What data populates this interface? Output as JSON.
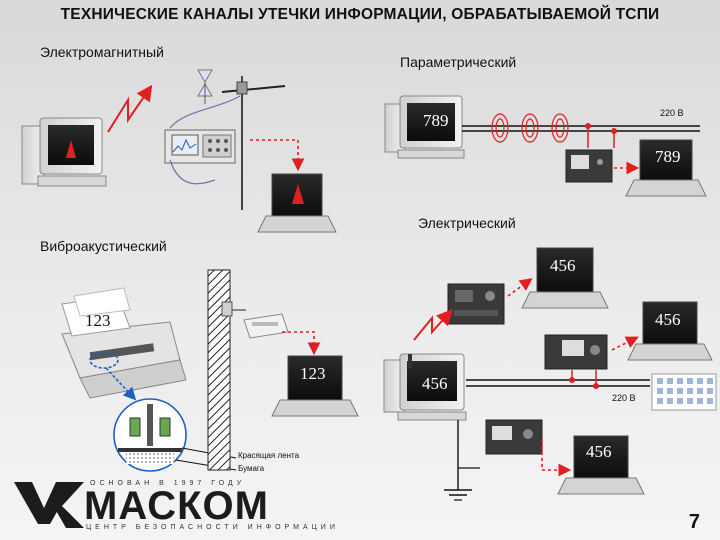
{
  "title": "ТЕХНИЧЕСКИЕ КАНАЛЫ УТЕЧКИ ИНФОРМАЦИИ, ОБРАБАТЫВАЕМОЙ ТСПИ",
  "channels": {
    "electromagnetic": "Электромагнитный",
    "parametric": "Параметрический",
    "electric": "Электрический",
    "vibroacoustic": "Виброакустический"
  },
  "numbers": {
    "param_monitor": "789",
    "param_receiver": "789",
    "electric_top": "456",
    "electric_right": "456",
    "electric_center": "456",
    "electric_bottom": "456",
    "printer_paper": "123",
    "vibro_monitor": "123"
  },
  "voltage": {
    "top": "220 В",
    "bottom": "220 В"
  },
  "printer_parts": {
    "ribbon": "Красящая лента",
    "paper": "Бумага"
  },
  "logo": {
    "name": "МАСКОМ",
    "tagline_top": "ОСНОВАН В 1997 ГОДУ",
    "tagline_bottom": "ЦЕНТР БЕЗОПАСНОСТИ ИНФОРМАЦИИ"
  },
  "page_number": "7",
  "colors": {
    "accent_red": "#e02020",
    "line_black": "#111111",
    "screen_dark": "#1a1a1a"
  }
}
